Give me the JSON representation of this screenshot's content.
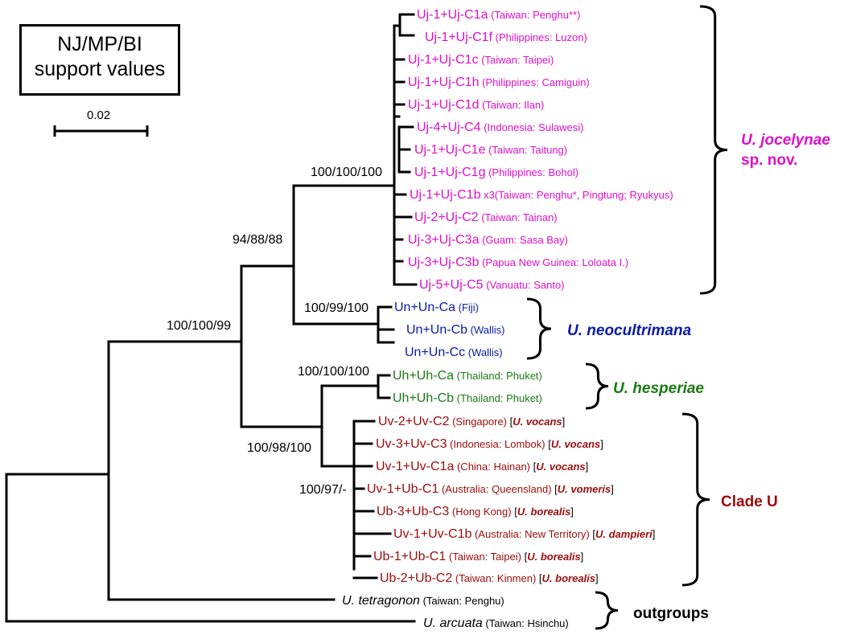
{
  "legend": {
    "title_line1": "NJ/MP/BI",
    "title_line2": "support values"
  },
  "scale_bar": {
    "label": "0.02"
  },
  "colors": {
    "jocelynae": "#e010c8",
    "neocultrimana": "#0a1aa8",
    "hesperiae": "#1a7a14",
    "cladeU": "#9a0c0c",
    "outgroup": "#000000"
  },
  "support_values": [
    "100/100/100",
    "94/88/88",
    "100/100/99",
    "100/99/100",
    "100/100/100",
    "100/98/100",
    "100/97/-"
  ],
  "taxa": [
    {
      "name": "Uj-1+Uj-C1a",
      "locality": "(Taiwan: Penghu**)",
      "group": "jocelynae"
    },
    {
      "name": "Uj-1+Uj-C1f",
      "locality": "(Philippines: Luzon)",
      "group": "jocelynae"
    },
    {
      "name": "Uj-1+Uj-C1c",
      "locality": "(Taiwan: Taipei)",
      "group": "jocelynae"
    },
    {
      "name": "Uj-1+Uj-C1h",
      "locality": "(Philippines: Camiguin)",
      "group": "jocelynae"
    },
    {
      "name": "Uj-1+Uj-C1d",
      "locality": "(Taiwan: Ilan)",
      "group": "jocelynae"
    },
    {
      "name": "Uj-4+Uj-C4",
      "locality": "(Indonesia: Sulawesi)",
      "group": "jocelynae"
    },
    {
      "name": "Uj-1+Uj-C1e",
      "locality": "(Taiwan: Taitung)",
      "group": "jocelynae"
    },
    {
      "name": "Uj-1+Uj-C1g",
      "locality": "(Philippines: Bohol)",
      "group": "jocelynae"
    },
    {
      "name": "Uj-1+Uj-C1b",
      "locality": "x3(Taiwan: Penghu*, Pingtung; Ryukyus)",
      "group": "jocelynae"
    },
    {
      "name": "Uj-2+Uj-C2",
      "locality": "(Taiwan: Tainan)",
      "group": "jocelynae"
    },
    {
      "name": "Uj-3+Uj-C3a",
      "locality": "(Guam: Sasa Bay)",
      "group": "jocelynae"
    },
    {
      "name": "Uj-3+Uj-C3b",
      "locality": "(Papua New Guinea: Loloata I.)",
      "group": "jocelynae"
    },
    {
      "name": "Uj-5+Uj-C5",
      "locality": "(Vanuatu: Santo)",
      "group": "jocelynae"
    },
    {
      "name": "Un+Un-Ca",
      "locality": "(Fiji)",
      "group": "neocultrimana"
    },
    {
      "name": "Un+Un-Cb",
      "locality": "(Wallis)",
      "group": "neocultrimana"
    },
    {
      "name": "Un+Un-Cc",
      "locality": "(Wallis)",
      "group": "neocultrimana"
    },
    {
      "name": "Uh+Uh-Ca",
      "locality": "(Thailand: Phuket)",
      "group": "hesperiae"
    },
    {
      "name": "Uh+Uh-Cb",
      "locality": "(Thailand: Phuket)",
      "group": "hesperiae"
    },
    {
      "name": "Uv-2+Uv-C2",
      "locality": "(Singapore)",
      "species": "U. vocans",
      "group": "cladeU"
    },
    {
      "name": "Uv-3+Uv-C3",
      "locality": "(Indonesia: Lombok)",
      "species": "U. vocans",
      "group": "cladeU"
    },
    {
      "name": "Uv-1+Uv-C1a",
      "locality": "(China: Hainan)",
      "species": "U. vocans",
      "group": "cladeU"
    },
    {
      "name": "Uv-1+Ub-C1",
      "locality": "(Australia: Queensland)",
      "species": "U. vomeris",
      "group": "cladeU"
    },
    {
      "name": "Ub-3+Ub-C3",
      "locality": "(Hong Kong)",
      "species": "U. borealis",
      "group": "cladeU"
    },
    {
      "name": "Uv-1+Uv-C1b",
      "locality": "(Australia: New Territory)",
      "species": "U. dampieri",
      "group": "cladeU"
    },
    {
      "name": "Ub-1+Ub-C1",
      "locality": "(Taiwan: Taipei)",
      "species": "U. borealis",
      "group": "cladeU"
    },
    {
      "name": "Ub-2+Ub-C2",
      "locality": "(Taiwan: Kinmen)",
      "species": "U. borealis",
      "group": "cladeU"
    },
    {
      "name": "U. tetragonon",
      "locality": "(Taiwan: Penghu)",
      "group": "outgroup",
      "italic": true
    },
    {
      "name": "U. arcuata",
      "locality": "(Taiwan: Hsinchu)",
      "group": "outgroup",
      "italic": true
    }
  ],
  "clade_labels": [
    {
      "line1": "U. jocelynae",
      "line2": "sp. nov.",
      "group": "jocelynae"
    },
    {
      "line1": "U. neocultrimana",
      "group": "neocultrimana"
    },
    {
      "line1": "U. hesperiae",
      "group": "hesperiae"
    },
    {
      "line1": "Clade U",
      "group": "cladeU"
    },
    {
      "line1": "outgroups",
      "group": "outgroup"
    }
  ]
}
